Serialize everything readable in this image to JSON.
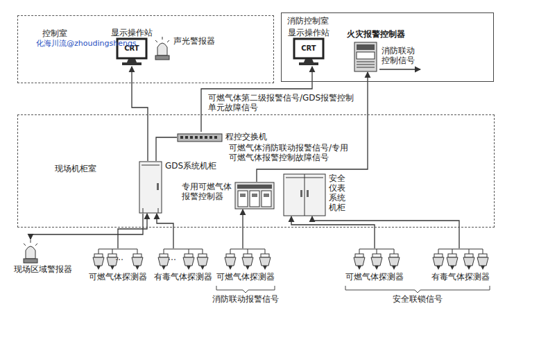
{
  "diagram": {
    "nodes": [
      {
        "text": [
          "控制室"
        ]
      },
      {
        "text": [
          "显示操作站",
          "CRT"
        ],
        "in": 0
      },
      {
        "text": [
          "声光警报器"
        ],
        "in": 0
      },
      {
        "text": [
          "消防控制室"
        ]
      },
      {
        "text": [
          "显示操作站",
          "CRT"
        ],
        "in": 3
      },
      {
        "text": [
          "火灾报警控制器"
        ],
        "in": 3
      },
      {
        "text": [
          "现场机柜室"
        ]
      },
      {
        "text": [
          "程控交换机"
        ],
        "in": 6
      },
      {
        "text": [
          "GDS系统机柜"
        ],
        "in": 6
      },
      {
        "text": [
          "专用可燃气体报警控制器"
        ],
        "in": 6
      },
      {
        "text": [
          "安全仪表系统机柜"
        ],
        "in": 6
      },
      {
        "text": [
          "现场区域警报器"
        ]
      },
      {
        "text": [
          "可燃气体探测器"
        ]
      },
      {
        "text": [
          "有毒气体探测器"
        ]
      },
      {
        "text": [
          "可燃气体探测器"
        ]
      },
      {
        "text": [
          "可燃气体探测器"
        ]
      },
      {
        "text": [
          "有毒气体探测器"
        ]
      }
    ],
    "edges": [
      {
        "from": 8,
        "to": 1,
        "arrow": "to"
      },
      {
        "from": 8,
        "to": 7,
        "arrow": "none"
      },
      {
        "from": 7,
        "to": 4,
        "arrow": "to",
        "label": "可燃气体第二级报警信号/GDS报警控制单元故障信号"
      },
      {
        "from": 9,
        "to": 5,
        "arrow": "to",
        "label": "可燃气体消防联动报警信号/专用可燃气体报警控制故障信号"
      },
      {
        "from": 12,
        "to": 8,
        "arrow": "to"
      },
      {
        "from": 13,
        "to": 8,
        "arrow": "to"
      },
      {
        "from": 14,
        "to": 9,
        "arrow": "to"
      },
      {
        "from": 15,
        "to": 10,
        "arrow": "to"
      },
      {
        "from": 16,
        "to": 10,
        "arrow": "to"
      },
      {
        "from": 8,
        "to": 11,
        "arrow": "to"
      }
    ],
    "labels": [
      "化海川流@zhoudingshengs",
      "消防联动控制信号",
      "…",
      "…",
      "消防联动报警信号",
      "安全联锁信号"
    ]
  }
}
